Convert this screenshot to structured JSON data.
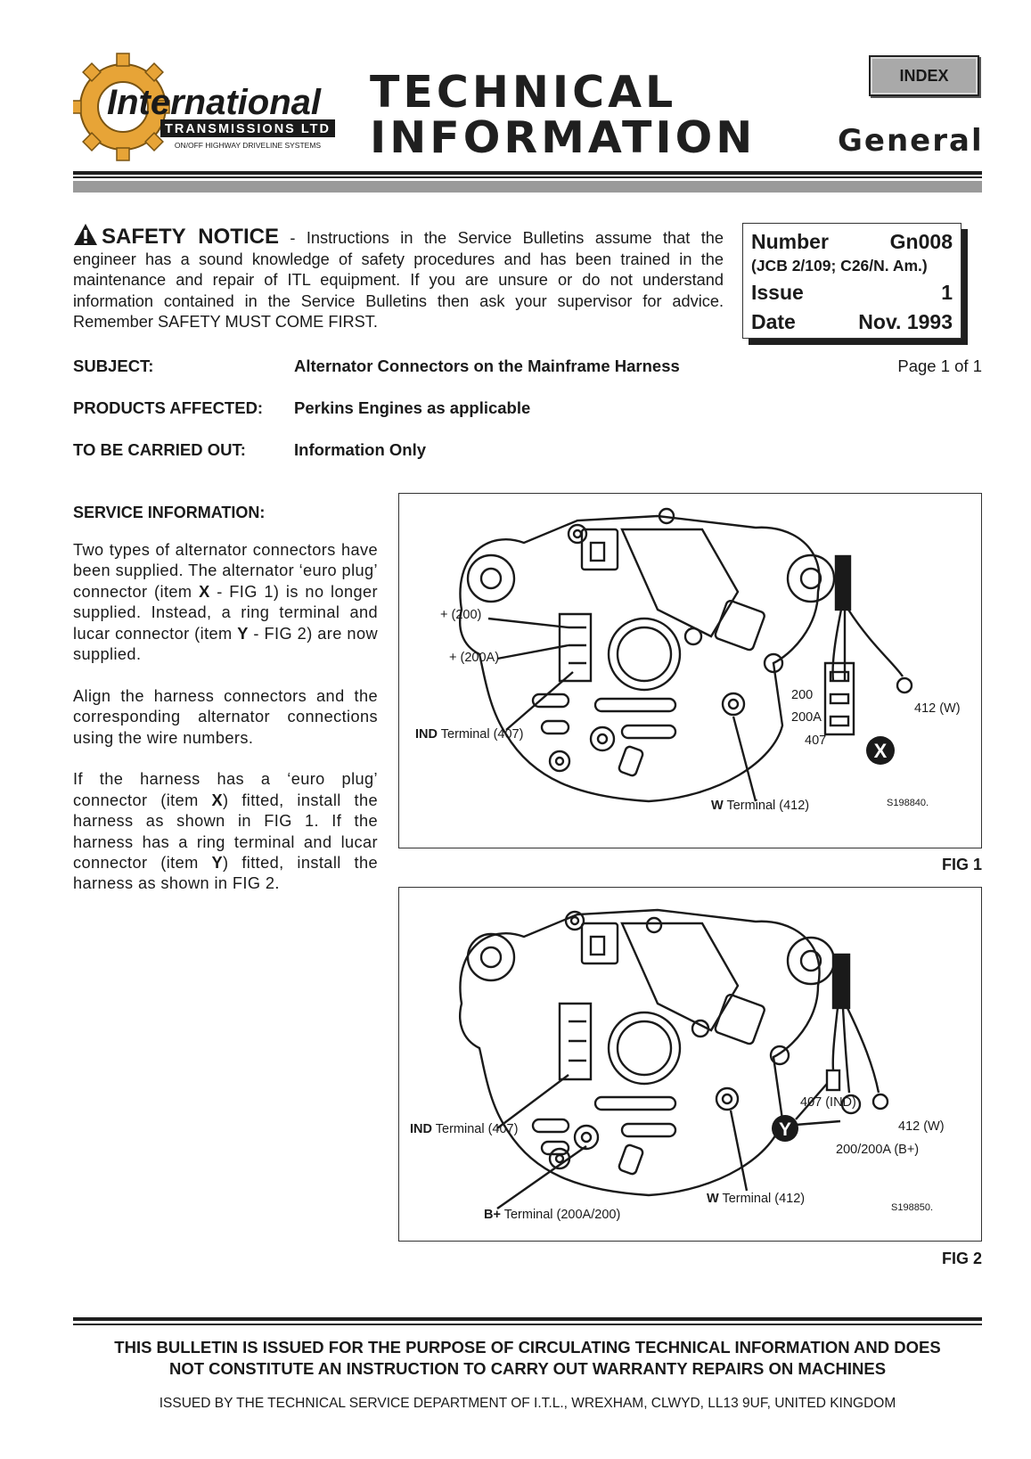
{
  "header": {
    "logo_text": "International",
    "logo_sub": "TRANSMISSIONS LTD",
    "logo_tagline": "ON/OFF HIGHWAY DRIVELINE SYSTEMS",
    "title_line1": "TECHNICAL",
    "title_line2": "INFORMATION",
    "index_label": "INDEX",
    "section": "General"
  },
  "safety": {
    "heading": "SAFETY NOTICE",
    "text": " - Instructions in the Service Bulletins assume that the engineer has a sound knowledge of safety procedures and has been trained in the maintenance and repair of ITL equipment. If you are unsure or do not understand information contained in the Service Bulletins then ask your supervisor for advice. Remember SAFETY MUST COME FIRST."
  },
  "bulletin": {
    "number_label": "Number",
    "number": "Gn008",
    "reference": "(JCB 2/109; C26/N. Am.)",
    "issue_label": "Issue",
    "issue": "1",
    "date_label": "Date",
    "date": "Nov. 1993",
    "page": "Page 1 of 1"
  },
  "meta": {
    "subject_label": "SUBJECT:",
    "subject": "Alternator Connectors on the Mainframe Harness",
    "products_label": "PRODUCTS AFFECTED:",
    "products": "Perkins Engines as applicable",
    "carried_label": "TO BE CARRIED OUT:",
    "carried": "Information Only"
  },
  "service": {
    "heading": "SERVICE INFORMATION:",
    "p1_a": "Two types of alternator connectors have been supplied. The alternator ‘euro plug’ connector (item ",
    "p1_x": "X",
    "p1_b": " - FIG 1) is no longer supplied. Instead, a ring terminal and lucar connector (item ",
    "p1_y": "Y",
    "p1_c": " - FIG 2) are now supplied.",
    "p2": "Align the harness connectors and the corresponding alternator connections using the wire numbers.",
    "p3_a": "If the harness has a ‘euro plug’ connector (item ",
    "p3_x": "X",
    "p3_b": ") fitted, install the harness as shown in FIG 1. If the harness has a ring terminal and lucar connector (item ",
    "p3_y": "Y",
    "p3_c": ") fitted, install the harness as shown in FIG 2."
  },
  "fig1": {
    "caption": "FIG 1",
    "label_200": "+ (200)",
    "label_200a": "+ (200A)",
    "label_ind_bold": "IND",
    "label_ind_rest": " Terminal (407)",
    "label_w_bold": "W",
    "label_w_rest": " Terminal (412)",
    "plug_200": "200",
    "plug_200a": "200A",
    "plug_407": "407",
    "wire_412": "412 (W)",
    "item": "X",
    "ref": "S198840."
  },
  "fig2": {
    "caption": "FIG 2",
    "label_ind_bold": "IND",
    "label_ind_rest": " Terminal (407)",
    "label_w_bold": "W",
    "label_w_rest": " Terminal (412)",
    "label_b_bold": "B+",
    "label_b_rest": " Terminal (200A/200)",
    "wire_407": "407 (IND)",
    "wire_412": "412 (W)",
    "wire_200": "200/200A (B+)",
    "item": "Y",
    "ref": "S198850."
  },
  "footer": {
    "line1": "THIS BULLETIN IS ISSUED FOR THE PURPOSE OF CIRCULATING TECHNICAL INFORMATION AND DOES",
    "line2": "NOT CONSTITUTE AN INSTRUCTION TO CARRY OUT WARRANTY REPAIRS ON MACHINES",
    "issued": "ISSUED BY THE TECHNICAL SERVICE DEPARTMENT OF I.T.L., WREXHAM, CLWYD, LL13 9UF, UNITED KINGDOM"
  }
}
